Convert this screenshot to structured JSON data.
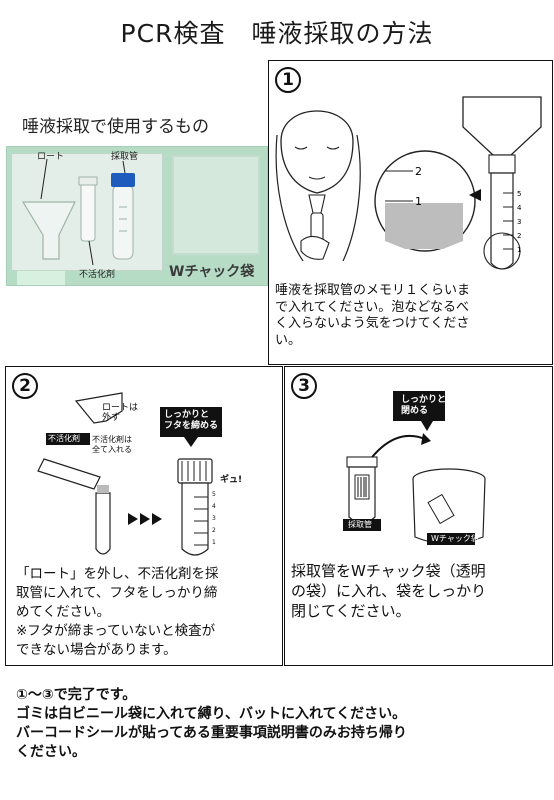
{
  "title": "PCR検査　唾液採取の方法",
  "supplies": {
    "heading": "唾液採取で使用するもの",
    "labels": {
      "funnel": "ロート",
      "tube": "採取管",
      "inactivator": "不活化剤",
      "bag": "Wチャック袋"
    }
  },
  "step1": {
    "number": "1",
    "text_lines": [
      "唾液を採取管のメモリ１くらいま",
      "で入れてください。泡などなるべ",
      "く入らないよう気をつけてくださ",
      "い。"
    ],
    "scale_top": "2",
    "scale_mid": "1",
    "tube_marks": [
      "5",
      "4",
      "3",
      "2",
      "1"
    ]
  },
  "step2": {
    "number": "2",
    "labels": {
      "remove_funnel": [
        "ロートは",
        "外す"
      ],
      "inactivator": "不活化剤",
      "pour_all": [
        "不活化剤は",
        "全て入れる"
      ],
      "tighten": [
        "しっかりと",
        "フタを締める"
      ],
      "sound": "ギュ!"
    },
    "tube_marks": [
      "5",
      "4",
      "3",
      "2",
      "1"
    ],
    "text_lines": [
      "「ロート」を外し、不活化剤を採",
      "取管に入れて、フタをしっかり締",
      "めてください。",
      "※フタが締まっていないと検査が",
      "できない場合があります。"
    ]
  },
  "step3": {
    "number": "3",
    "labels": {
      "close": [
        "しっかりと",
        "閉める"
      ],
      "tube": "採取管",
      "bag": "Wチャック袋"
    },
    "text_lines": [
      "採取管をWチャック袋（透明",
      "の袋）に入れ、袋をしっかり",
      "閉じてください。"
    ]
  },
  "footer": {
    "lines": [
      "①〜③で完了です。",
      "ゴミは白ビニール袋に入れて縛り、バットに入れてください。",
      "バーコードシールが貼ってある重要事項説明書のみお持ち帰り",
      "ください。"
    ]
  }
}
